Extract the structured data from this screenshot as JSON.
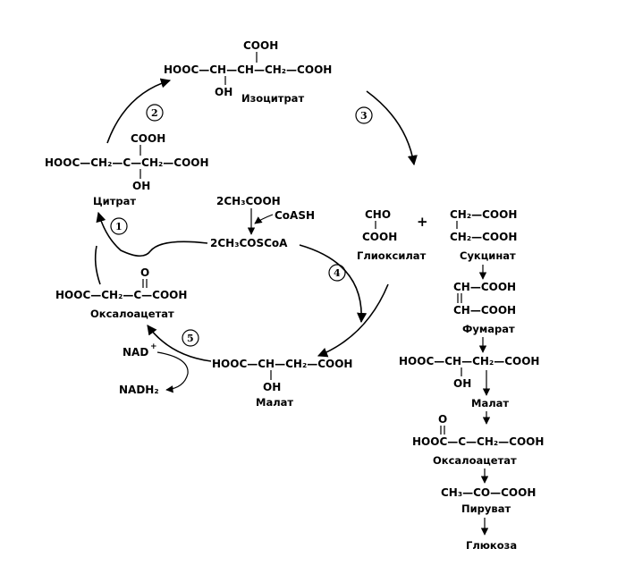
{
  "isocitrate": {
    "top": "COOH",
    "main": "HOOC—CH—CH—CH₂—COOH",
    "oh": "OH",
    "name": "Изоцитрат"
  },
  "citrate": {
    "top": "COOH",
    "main": "HOOC—CH₂—C—CH₂—COOH",
    "oh": "OH",
    "name": "Цитрат"
  },
  "acetate": {
    "formula": "2CH₃COOH",
    "coash": "CoASH",
    "acetylcoa": "2CH₃COSCoA"
  },
  "oxaloacetate_left": {
    "o": "O",
    "main": "HOOC—CH₂—C—COOH",
    "name": "Оксалоацетат"
  },
  "malate_left": {
    "main": "HOOC—CH—CH₂—COOH",
    "oh": "OH",
    "name": "Малат"
  },
  "cofactors": {
    "nad": "NAD",
    "plus": "+",
    "nadh": "NADH₂"
  },
  "glyoxylate": {
    "cho": "CHO",
    "cooh": "COOH",
    "name": "Глиоксилат",
    "plus": "+"
  },
  "succinate": {
    "l1": "CH₂—COOH",
    "l2": "CH₂—COOH",
    "name": "Сукцинат"
  },
  "fumarate": {
    "l1": "CH—COOH",
    "l2": "CH—COOH",
    "name": "Фумарат"
  },
  "malate_right": {
    "main": "HOOC—CH—CH₂—COOH",
    "oh": "OH",
    "name": "Малат"
  },
  "oxaloacetate_right": {
    "o": "O",
    "main": "HOOC—C—CH₂—COOH",
    "name": "Оксалоацетат"
  },
  "pyruvate": {
    "main": "CH₃—CO—COOH",
    "name": "Пируват"
  },
  "glucose": {
    "name": "Глюкоза"
  },
  "steps": [
    "1",
    "2",
    "3",
    "4",
    "5"
  ]
}
